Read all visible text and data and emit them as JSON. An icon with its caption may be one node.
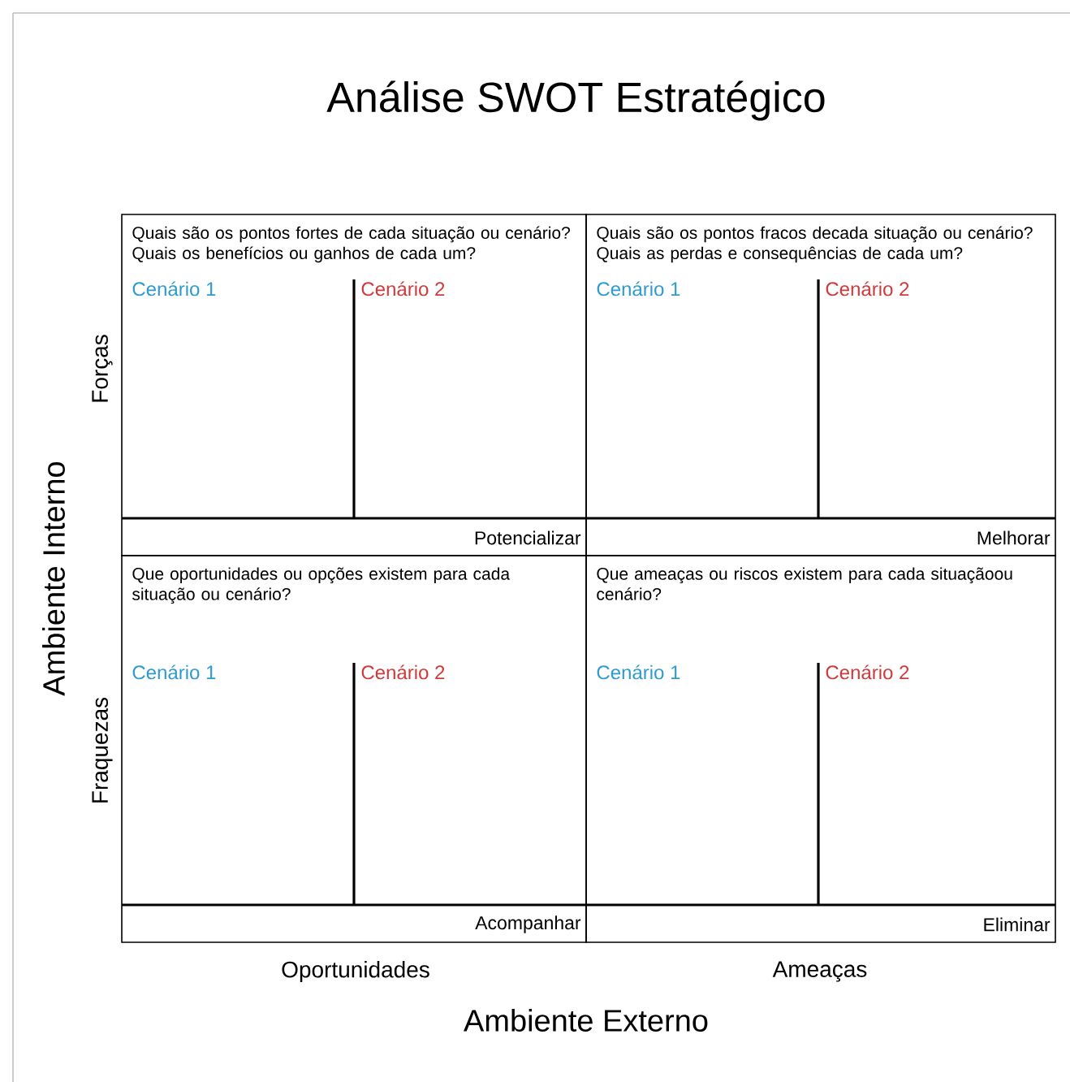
{
  "diagram": {
    "title": "Análise SWOT Estratégico",
    "nodes": [
      {
        "text": [
          "Quais são os pontos fortes de cada situação ou cenário? Quais os benefícios ou ganhos de cada um?",
          "Cenário 1",
          "Cenário 2",
          "Potencializar"
        ]
      },
      {
        "text": [
          "Quais são os pontos fracos decada situação ou cenário? Quais as perdas e consequências de cada um?",
          "Cenário 1",
          "Cenário 2",
          "Melhorar"
        ]
      },
      {
        "text": [
          "Que oportunidades ou opções existem para cada situação ou cenário?",
          "Cenário 1",
          "Cenário 2",
          "Acompanhar"
        ]
      },
      {
        "text": [
          "Que ameaças ou riscos existem para cada situaçãoou cenário?",
          "Cenário 1",
          "Cenário 2",
          "Eliminar"
        ]
      }
    ],
    "labels": [
      "Forças",
      "Ambiente Interno",
      "Fraquezas",
      "Oportunidades",
      "Ameaças",
      "Ambiente Externo"
    ]
  }
}
